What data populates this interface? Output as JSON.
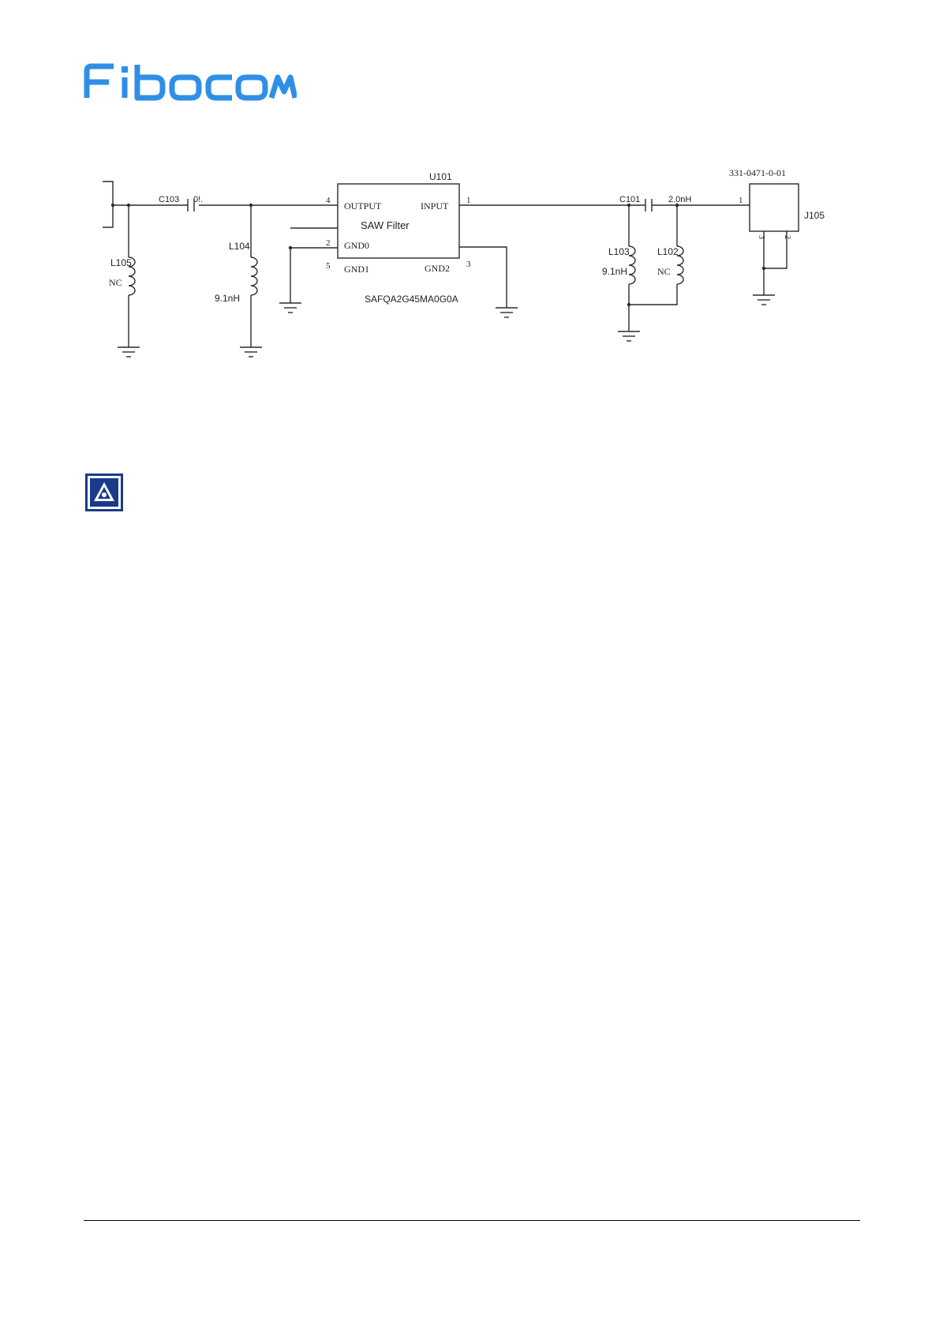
{
  "brand": {
    "name": "Fibocom",
    "color": "#2f8fe6"
  },
  "schematic": {
    "labels": {
      "u101": "U101",
      "saw_filter": "SAW Filter",
      "saw_part": "SAFQA2G45MA0G0A",
      "output": "OUTPUT",
      "input": "INPUT",
      "gnd0": "GND0",
      "gnd1": "GND1",
      "gnd2": "GND2",
      "pin4": "4",
      "pin1": "1",
      "pin2": "2",
      "pin5": "5",
      "pin3": "3",
      "c103": "C103",
      "c103_value": "0!.",
      "c101": "C101",
      "c101_value": "2.0nH",
      "l105": "L105",
      "l105_value": "NC",
      "l104": "L104",
      "l104_value": "9.1nH",
      "l103": "L103",
      "l103_value": "9.1nH",
      "l102": "L102",
      "l102_value": "NC",
      "j105": "J105",
      "j105_part": "331-0471-0-01",
      "j105_pin1": "1",
      "j105_pin3": "3",
      "j105_pin2": "2"
    }
  },
  "note": {
    "icon": "warning-icon",
    "color": "#1a3a8a"
  }
}
